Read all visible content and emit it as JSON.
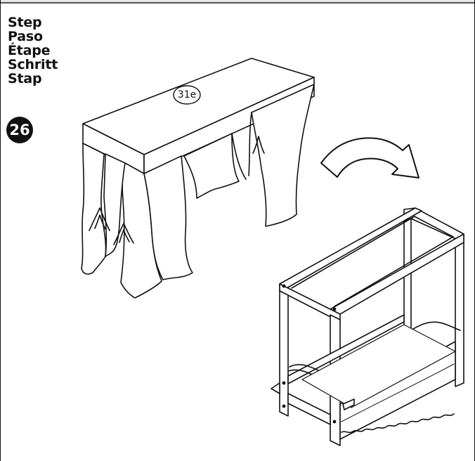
{
  "step_header": {
    "words": [
      "Step",
      "Paso",
      "Étape",
      "Schritt",
      "Stap"
    ],
    "number": "26"
  },
  "part": {
    "label": "31e"
  },
  "icons": {
    "transfer_arrow": "curved-arrow-right-down",
    "canopy": "canopy-fabric-on-frame",
    "crib": "crib-frame-with-skirt"
  }
}
